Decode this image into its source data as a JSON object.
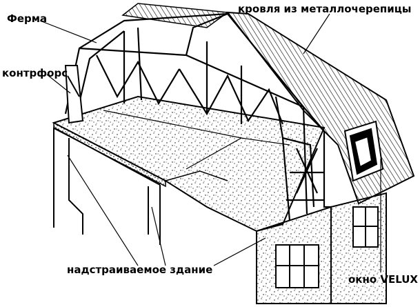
{
  "labels": {
    "truss": "Ферма",
    "buttress": "контрфорс",
    "roofing": "кровля из металлочерепицы",
    "building": "надстраиваемое здание",
    "window": "окно VELUX"
  },
  "colors": {
    "ink": "#000000",
    "paper": "#ffffff"
  }
}
